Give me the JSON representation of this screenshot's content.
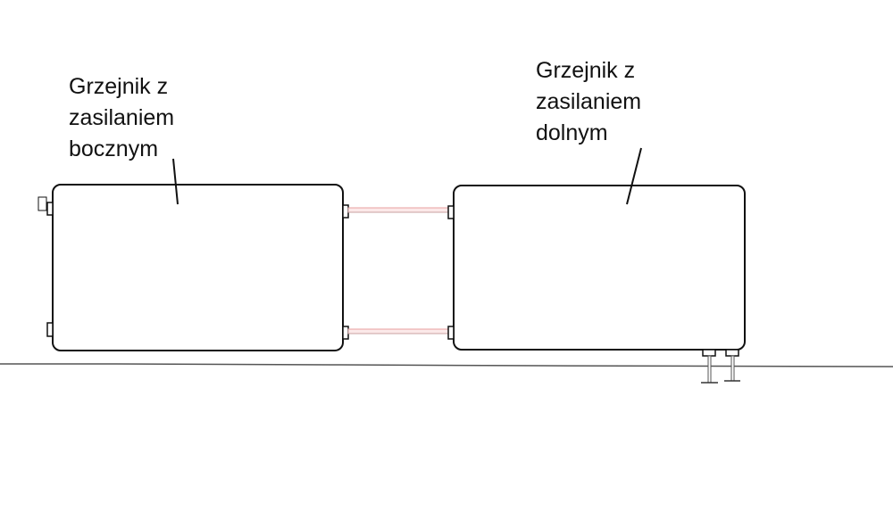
{
  "labels": {
    "left": {
      "line1": "Grzejnik z",
      "line2": "zasilaniem",
      "line3": "bocznym"
    },
    "right": {
      "line1": "Grzejnik z",
      "line2": "zasilaniem",
      "line3": "dolnym"
    }
  },
  "colors": {
    "outline": "#111111",
    "pipe_highlight": "#e8a0a0",
    "floor": "#555555"
  }
}
